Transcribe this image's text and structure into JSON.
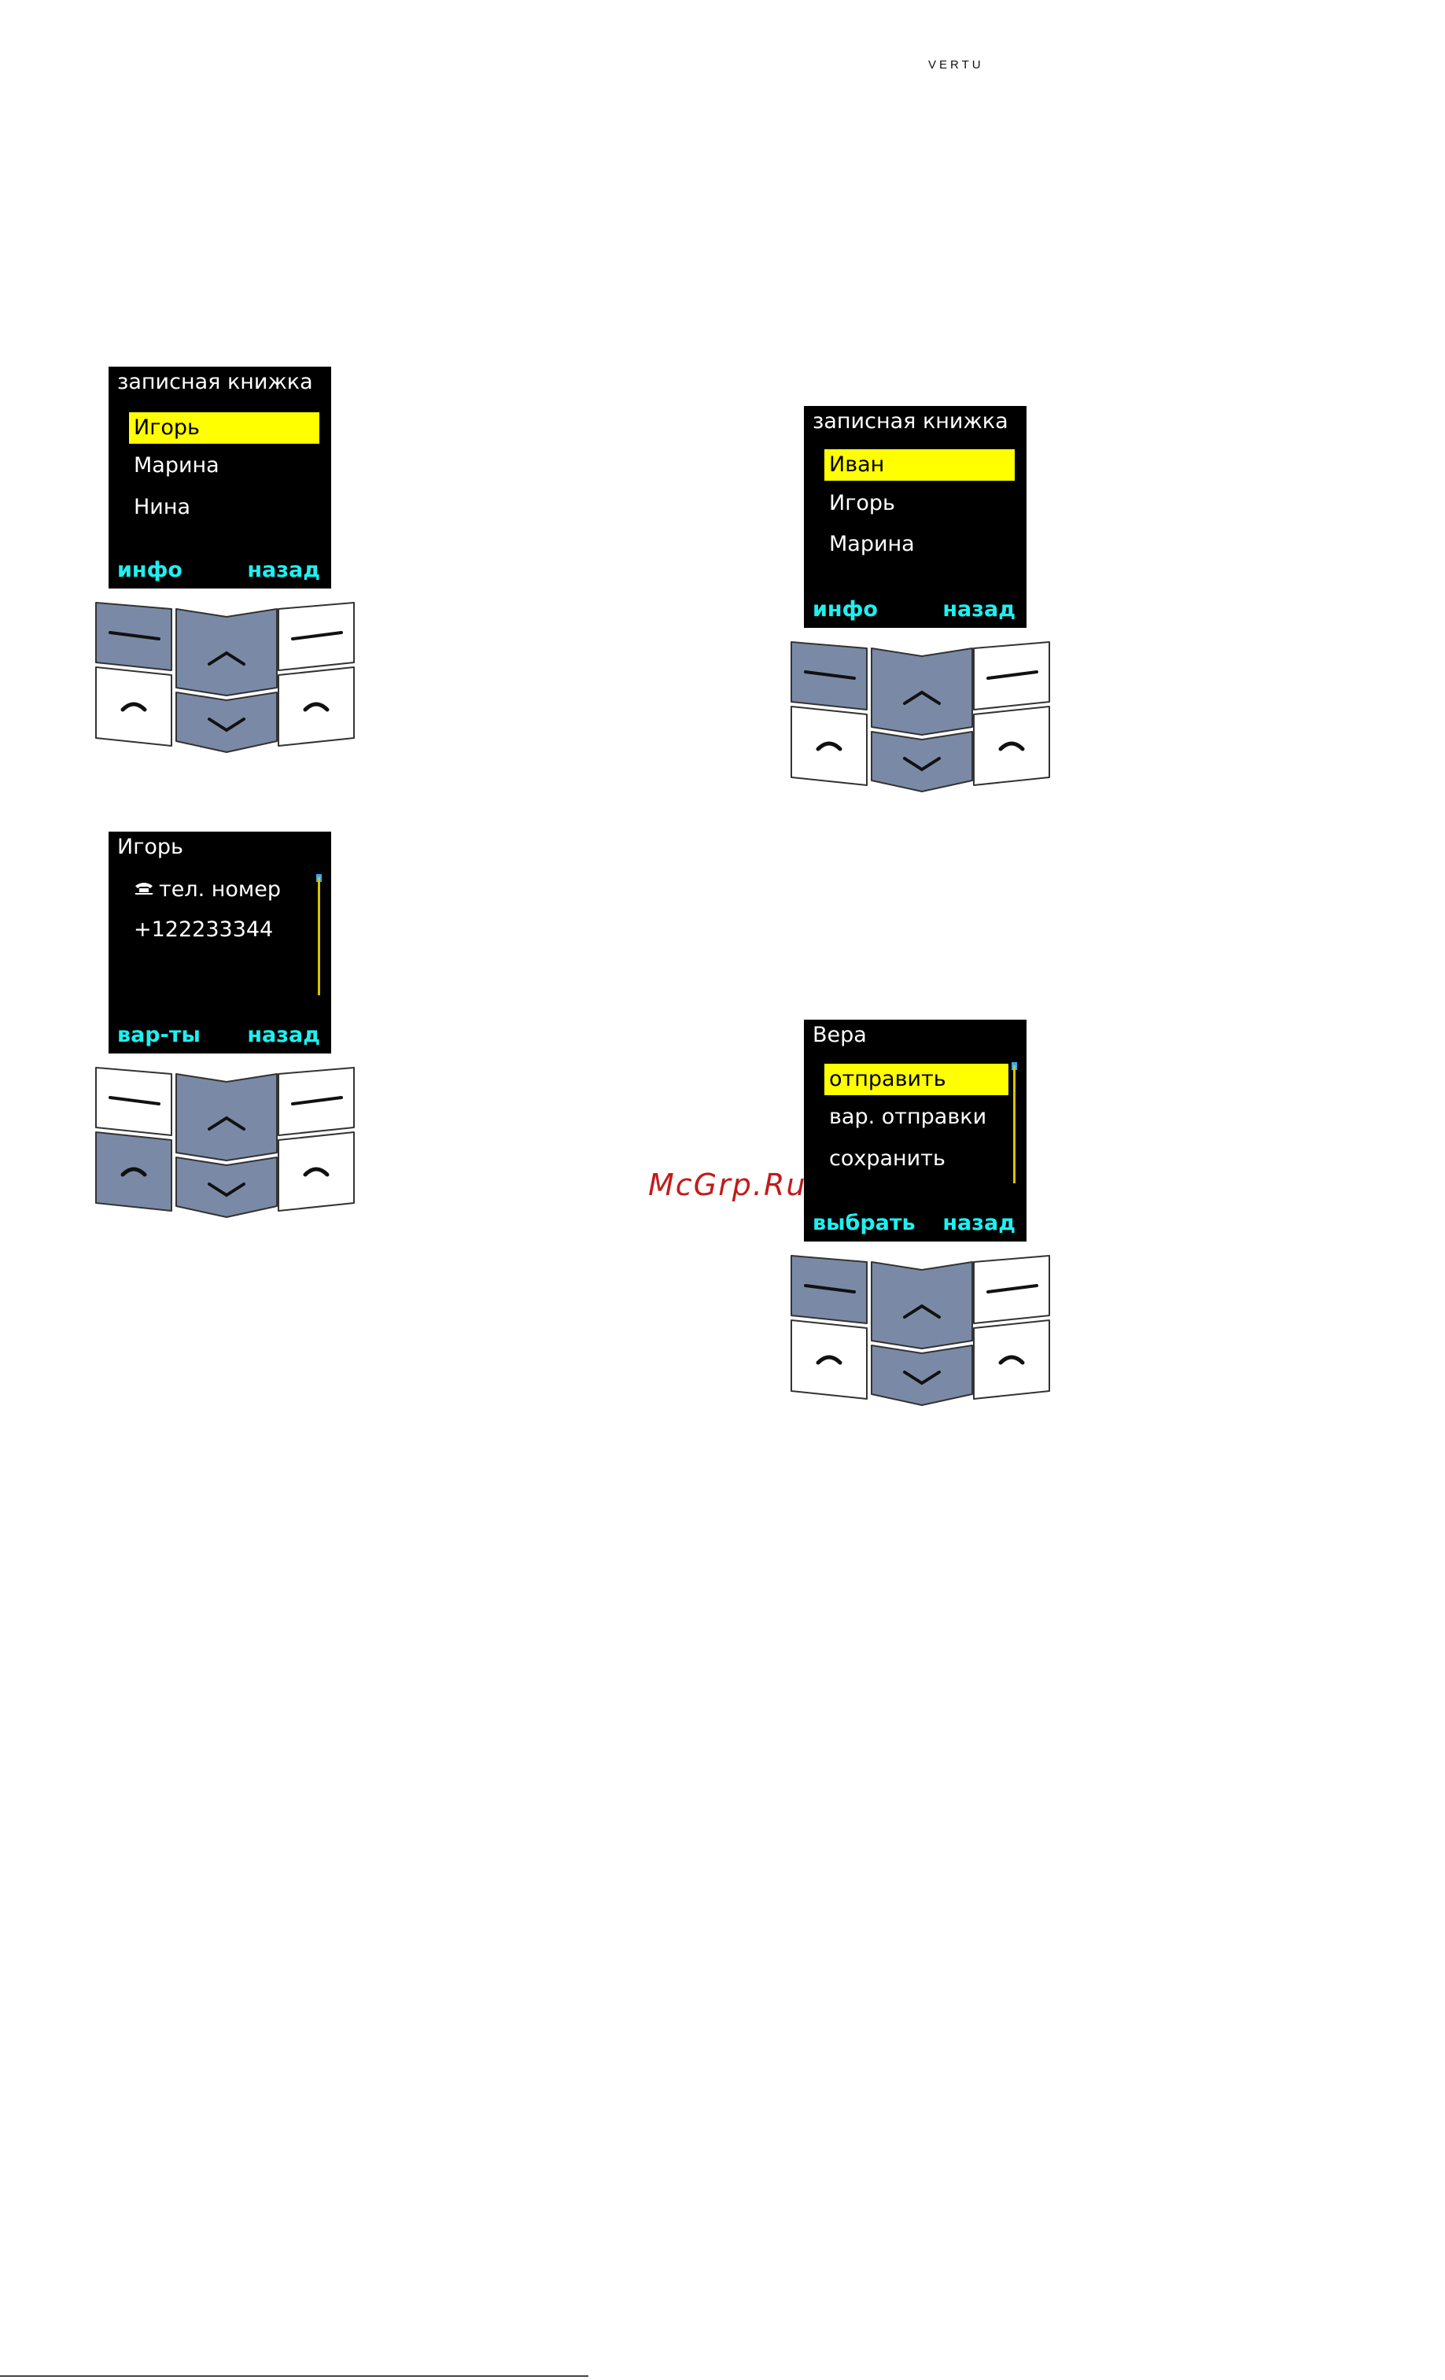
{
  "header": {
    "brand": "VERTU"
  },
  "watermark": "McGrp.Ru",
  "colors": {
    "key_active": "#7a8aa6",
    "key_idle": "#ffffff",
    "selection": "#ffff00",
    "softkey": "#1ef0f0"
  },
  "figures": [
    {
      "title": "записная книжка",
      "items": [
        "Игорь",
        "Марина",
        "Нина"
      ],
      "selected_index": 0,
      "soft_left": "инфо",
      "soft_right": "назад",
      "highlight": [
        "left-soft",
        "up",
        "down"
      ]
    },
    {
      "title": "записная книжка",
      "items": [
        "Иван",
        "Игорь",
        "Марина"
      ],
      "selected_index": 0,
      "soft_left": "инфо",
      "soft_right": "назад",
      "highlight": [
        "left-soft",
        "up",
        "down"
      ]
    },
    {
      "title": "Игорь",
      "detail_icon": "phone-icon",
      "detail_label": "тел. номер",
      "detail_value": "+122233344",
      "soft_left": "вар-ты",
      "soft_right": "назад",
      "scrollbar": true,
      "highlight": [
        "up",
        "call",
        "down"
      ]
    },
    {
      "title": "Вера",
      "items": [
        "отправить",
        "вар. отправки",
        "сохранить"
      ],
      "selected_index": 0,
      "soft_left": "выбрать",
      "soft_right": "назад",
      "scrollbar": true,
      "highlight": [
        "left-soft",
        "up",
        "down"
      ]
    }
  ]
}
